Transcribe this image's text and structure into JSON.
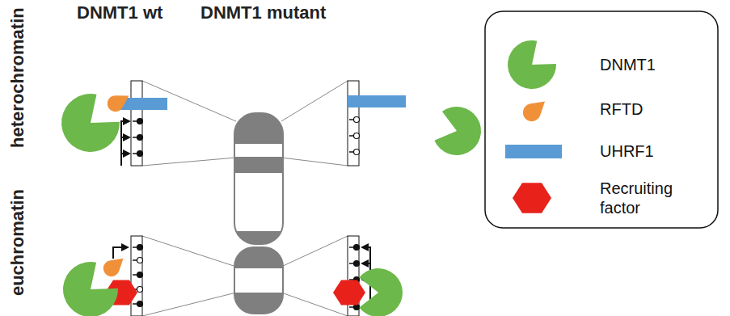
{
  "diagram": {
    "labels": [
      "DNMT1 wt",
      "DNMT1 mutant",
      "heterochromatin",
      "euchromatin"
    ],
    "legend": [
      {
        "text": "DNMT1"
      },
      {
        "text": "RFTD"
      },
      {
        "text": "UHRF1",
        "color": "#5b9bd5"
      },
      {
        "text": "Recruiting factor"
      }
    ]
  }
}
